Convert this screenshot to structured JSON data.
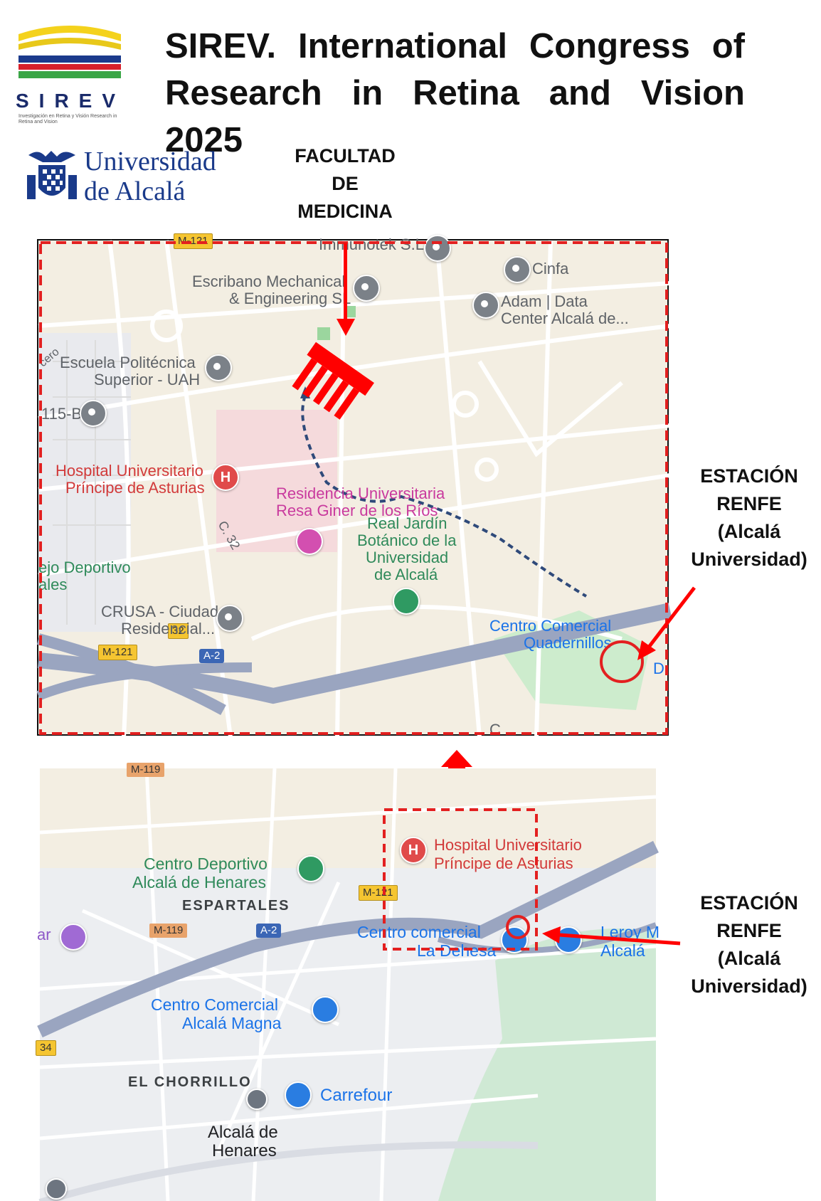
{
  "header": {
    "title_line1": "SIREV.   International   Congress   of",
    "title_line2": "Research in Retina and Vision 2025",
    "sirev_word": "SIREV",
    "sirev_tagline": "Investigación en Retina y Visión Research in Retina and Vision",
    "university_line1": "Universidad",
    "university_line2": "de Alcalá"
  },
  "callouts": {
    "facultad": [
      "FACULTAD",
      "DE",
      "MEDICINA"
    ],
    "estacion_top": [
      "ESTACIÓN",
      "RENFE",
      "(Alcalá",
      "Universidad)"
    ],
    "estacion_bottom": [
      "ESTACIÓN",
      "RENFE",
      "(Alcalá",
      "Universidad)"
    ]
  },
  "map_top": {
    "roads": {
      "m121_a": "M-121",
      "m121_b": "M-121",
      "r32": "32",
      "a2": "A-2",
      "c32": "C. 32",
      "cero": "cero"
    },
    "places": {
      "immunotek": "Immunotek S.L",
      "cinfa": "Cinfa",
      "escribano1": "Escribano Mechanical",
      "escribano2": "& Engineering SL",
      "adam1": "Adam | Data",
      "adam2": "Center Alcalá de...",
      "escuela1": "Escuela Politécnica",
      "escuela2": "Superior - UAH",
      "b115": "115-B",
      "hospital1": "Hospital Universitario",
      "hospital2": "Príncipe de Asturias",
      "residencia1": "Residencia Universitaria",
      "residencia2": "Resa Giner de los Ríos",
      "jardin1": "Real Jardín",
      "jardin2": "Botánico de la",
      "jardin3": "Universidad",
      "jardin4": "de Alcalá",
      "deportivo1": "ejo Deportivo",
      "deportivo2": "ales",
      "crusa1": "CRUSA - Ciudad",
      "crusa2": "Residencial...",
      "centro1": "Centro Comercial",
      "centro2": "Quadernillos",
      "d": "D",
      "c": "C"
    }
  },
  "map_bottom": {
    "roads": {
      "m119_a": "M-119",
      "m119_b": "M-119",
      "m121": "M-121",
      "a2": "A-2",
      "r34": "34"
    },
    "places": {
      "hospital1": "Hospital Universitario",
      "hospital2": "Príncipe de Asturias",
      "deportivo1": "Centro Deportivo",
      "deportivo2": "Alcalá de Henares",
      "espartales": "ESPARTALES",
      "ar": "ar",
      "dehesa1": "Centro comercial",
      "dehesa2": "La Dehesa",
      "leroy1": "Leroy M",
      "leroy2": "Alcalá",
      "magna1": "Centro Comercial",
      "magna2": "Alcalá Magna",
      "chorrillo": "EL CHORRILLO",
      "carrefour": "Carrefour",
      "alcala1": "Alcalá de",
      "alcala2": "Henares"
    }
  },
  "colors": {
    "accent_red": "#ff0000",
    "route_blue": "#2f4a7a",
    "map_bg": "#f3eee2",
    "map_bg2": "#eceef1"
  }
}
